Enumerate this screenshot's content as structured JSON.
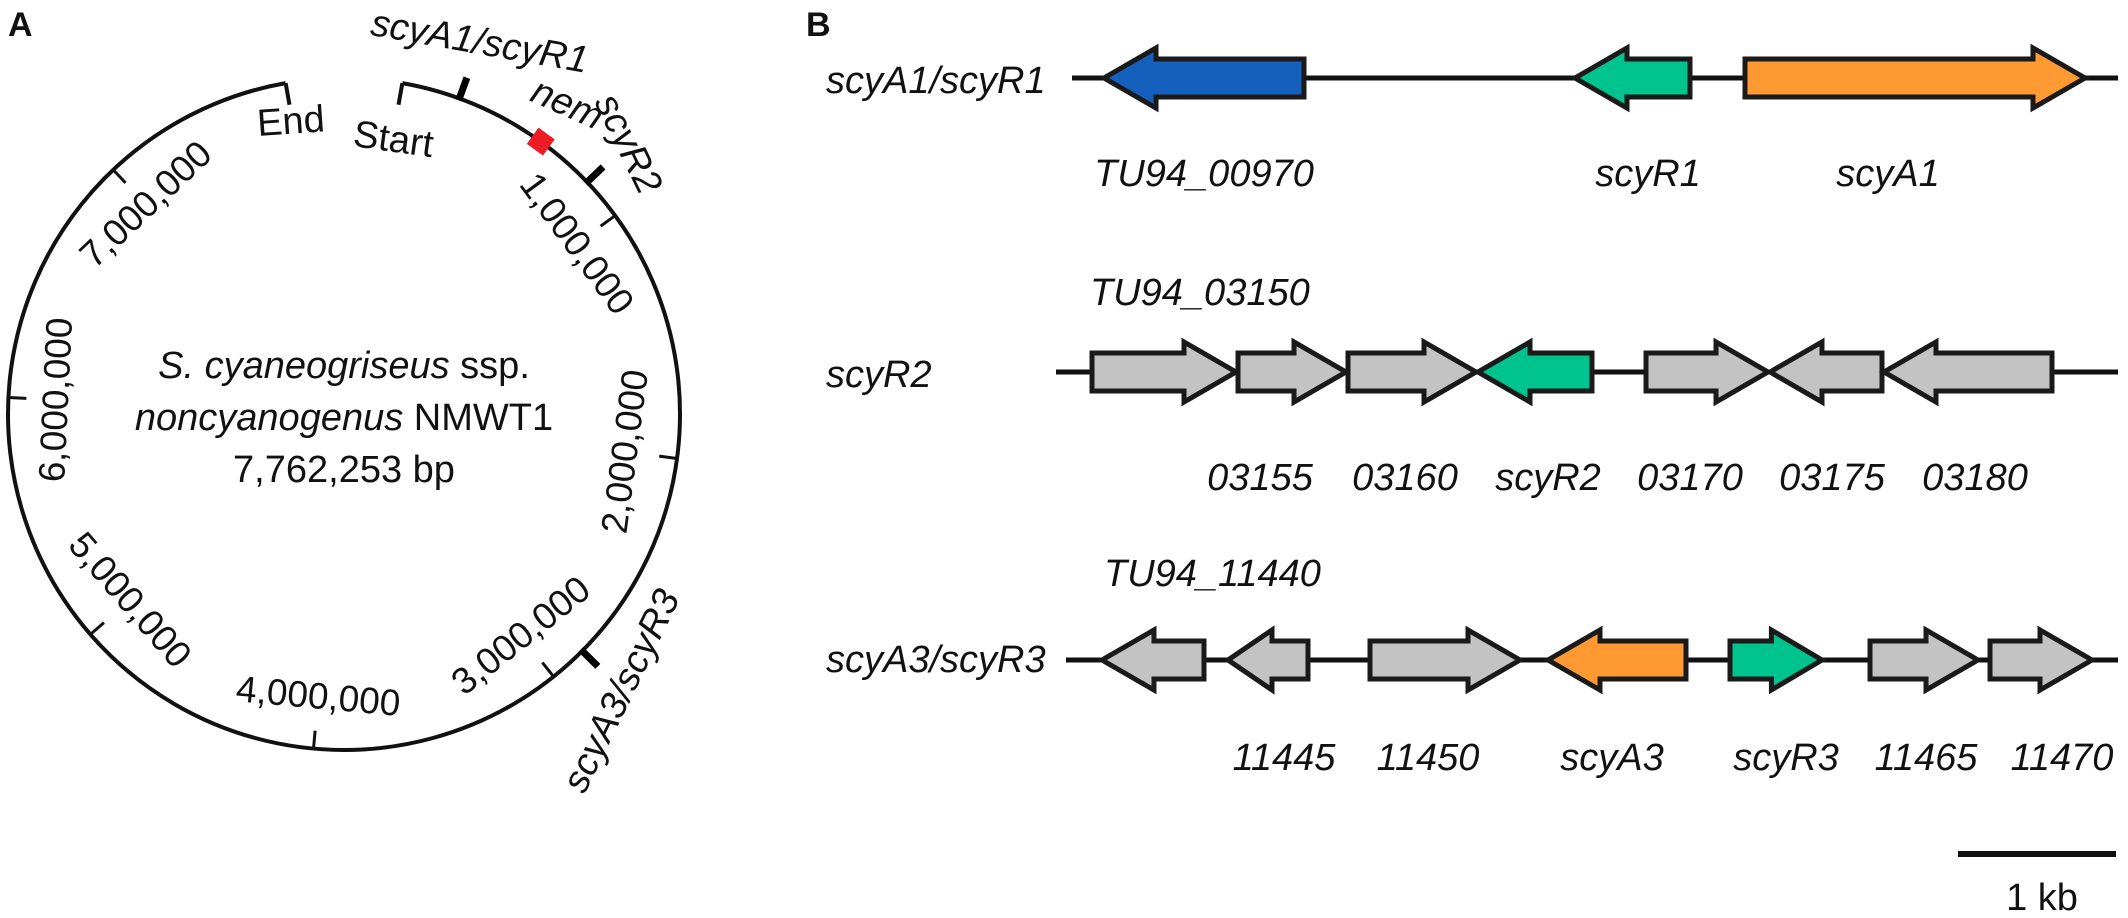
{
  "panel_a": {
    "label": "A",
    "center_line1_italic": "S. cyaneogriseus",
    "center_line1_rest": " ssp.",
    "center_line2_italic": "noncyanogenus",
    "center_line2_rest": " NMWT1",
    "center_line3": "7,762,253 bp",
    "genome_length": 7762253,
    "start_label": "Start",
    "end_label": "End",
    "position_ticks": [
      {
        "value": 1000000,
        "label": "1,000,000"
      },
      {
        "value": 2000000,
        "label": "2,000,000"
      },
      {
        "value": 3000000,
        "label": "3,000,000"
      },
      {
        "value": 4000000,
        "label": "4,000,000"
      },
      {
        "value": 5000000,
        "label": "5,000,000"
      },
      {
        "value": 6000000,
        "label": "6,000,000"
      },
      {
        "value": 7000000,
        "label": "7,000,000"
      }
    ],
    "loci": [
      {
        "name": "scyA1/scyR1",
        "label": "scyA1/scyR1",
        "position": 230000,
        "marker": "tick",
        "color": "#000000"
      },
      {
        "name": "nem",
        "label": "nem",
        "position": 590000,
        "marker": "box",
        "color": "#ee1c24"
      },
      {
        "name": "scyR2",
        "label": "scyR2",
        "position": 830000,
        "marker": "tick",
        "color": "#000000"
      },
      {
        "name": "scyA3/scyR3",
        "label": "scyA3/scyR3",
        "position": 2850000,
        "marker": "tick",
        "color": "#000000"
      }
    ]
  },
  "panel_b": {
    "label": "B",
    "colors": {
      "blue": "#1560bd",
      "teal": "#00c38e",
      "orange": "#ff9a33",
      "gray": "#c3c3c3",
      "outline": "#1a1a1a"
    },
    "scale_bar_label": "1 kb",
    "rows": [
      {
        "row_label": "scyA1/scyR1",
        "top_label": "",
        "genes": [
          {
            "label": "TU94_00970",
            "italic": true,
            "direction": "left",
            "color_key": "blue"
          },
          {
            "label": "scyR1",
            "italic": true,
            "direction": "left",
            "color_key": "teal"
          },
          {
            "label": "scyA1",
            "italic": true,
            "direction": "right",
            "color_key": "orange"
          }
        ]
      },
      {
        "row_label": "scyR2",
        "top_label": "TU94_03150",
        "genes": [
          {
            "label": "",
            "italic": true,
            "direction": "right",
            "color_key": "gray"
          },
          {
            "label": "03155",
            "italic": true,
            "direction": "right",
            "color_key": "gray"
          },
          {
            "label": "03160",
            "italic": true,
            "direction": "right",
            "color_key": "gray"
          },
          {
            "label": "scyR2",
            "italic": true,
            "direction": "left",
            "color_key": "teal"
          },
          {
            "label": "03170",
            "italic": true,
            "direction": "right",
            "color_key": "gray"
          },
          {
            "label": "03175",
            "italic": true,
            "direction": "left",
            "color_key": "gray"
          },
          {
            "label": "03180",
            "italic": true,
            "direction": "left",
            "color_key": "gray"
          }
        ]
      },
      {
        "row_label": "scyA3/scyR3",
        "top_label": "TU94_11440",
        "genes": [
          {
            "label": "",
            "italic": true,
            "direction": "left",
            "color_key": "gray"
          },
          {
            "label": "11445",
            "italic": true,
            "direction": "left",
            "color_key": "gray"
          },
          {
            "label": "11450",
            "italic": true,
            "direction": "right",
            "color_key": "gray"
          },
          {
            "label": "scyA3",
            "italic": true,
            "direction": "left",
            "color_key": "orange"
          },
          {
            "label": "scyR3",
            "italic": true,
            "direction": "right",
            "color_key": "teal"
          },
          {
            "label": "11465",
            "italic": true,
            "direction": "right",
            "color_key": "gray"
          },
          {
            "label": "11470",
            "italic": true,
            "direction": "right",
            "color_key": "gray"
          }
        ]
      }
    ]
  }
}
